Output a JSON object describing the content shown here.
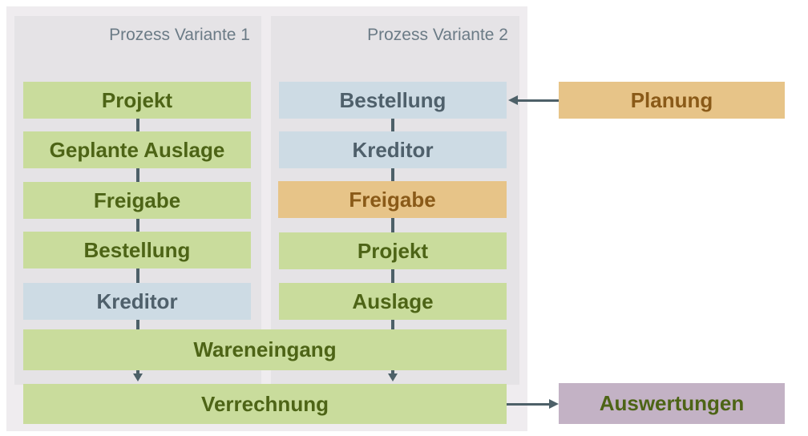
{
  "variant1": {
    "title": "Prozess Variante 1",
    "steps": [
      "Projekt",
      "Geplante Auslage",
      "Freigabe",
      "Bestellung",
      "Kreditor"
    ]
  },
  "variant2": {
    "title": "Prozess Variante 2",
    "steps": [
      "Bestellung",
      "Kreditor",
      "Freigabe",
      "Projekt",
      "Auslage"
    ]
  },
  "shared": {
    "goods_receipt": "Wareneingang",
    "settlement": "Verrechnung"
  },
  "external": {
    "planning": "Planung",
    "reports": "Auswertungen"
  },
  "colors": {
    "green": "#c9dc9c",
    "blue": "#cddbe4",
    "orange": "#e7c488",
    "purple": "#c3b2c5",
    "connector": "#4d6068"
  }
}
